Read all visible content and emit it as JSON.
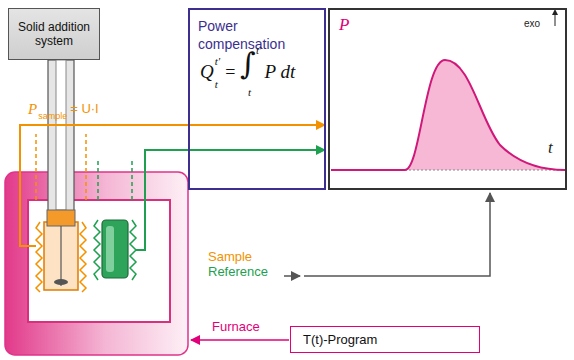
{
  "diagram": {
    "nodes": [
      {
        "text": [
          "Solid addition system"
        ]
      },
      {
        "text": [
          "Power compensation"
        ]
      },
      {
        "text": [
          "P",
          "exo",
          "t"
        ]
      },
      {
        "text": [
          "T(t)-Program"
        ]
      }
    ],
    "labels": [
      "P",
      "sample",
      "= U·I",
      "Q",
      "t'",
      "t",
      "=",
      "∫",
      "t'",
      "t",
      "P dt",
      "Sample",
      "Reference",
      "Furnace"
    ]
  }
}
